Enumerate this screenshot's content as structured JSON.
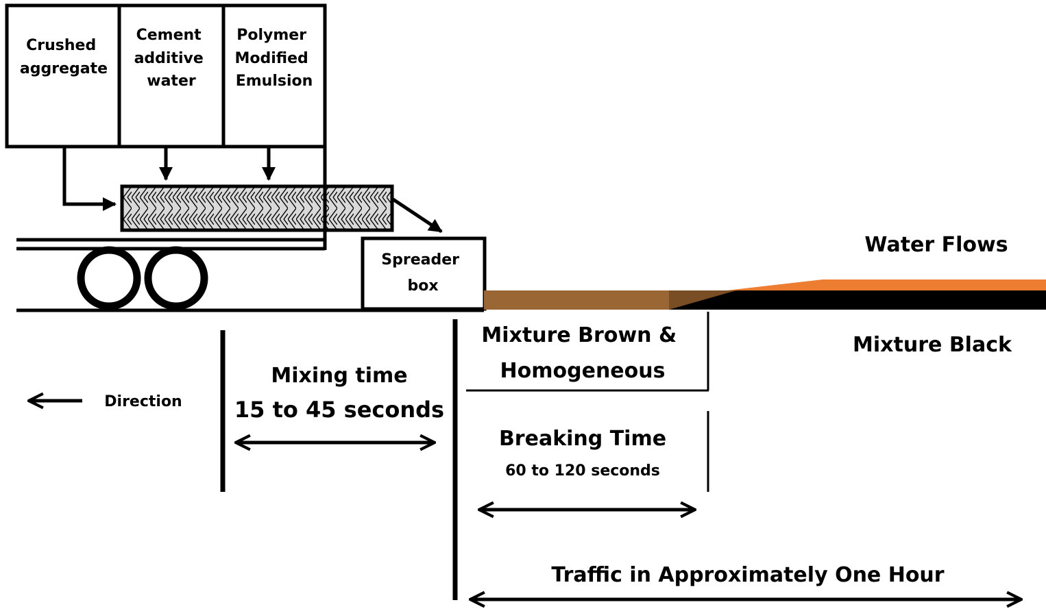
{
  "hoppers": [
    {
      "lines": [
        "Crushed",
        "aggregate"
      ]
    },
    {
      "lines": [
        "Cement",
        "additive",
        "water"
      ]
    },
    {
      "lines": [
        "Polymer",
        "Modified",
        "Emulsion"
      ]
    }
  ],
  "spreader": {
    "lines": [
      "Spreader",
      "box"
    ]
  },
  "direction_label": "Direction",
  "water_flows_label": "Water Flows",
  "mixture_black_label": "Mixture Black",
  "mixture_brown": {
    "lines": [
      "Mixture Brown &",
      "Homogeneous"
    ]
  },
  "mixing_time": {
    "line1": "Mixing time",
    "line2": "15 to 45 seconds"
  },
  "breaking_time": {
    "line1": "Breaking Time",
    "line2": "60 to 120 seconds"
  },
  "traffic_label": "Traffic in Approximately One Hour",
  "colors": {
    "brown_mixture": "#9a6633",
    "orange_water": "#ed7d31",
    "black_mixture": "#000000",
    "auger_fill": "#cfcfcf"
  }
}
